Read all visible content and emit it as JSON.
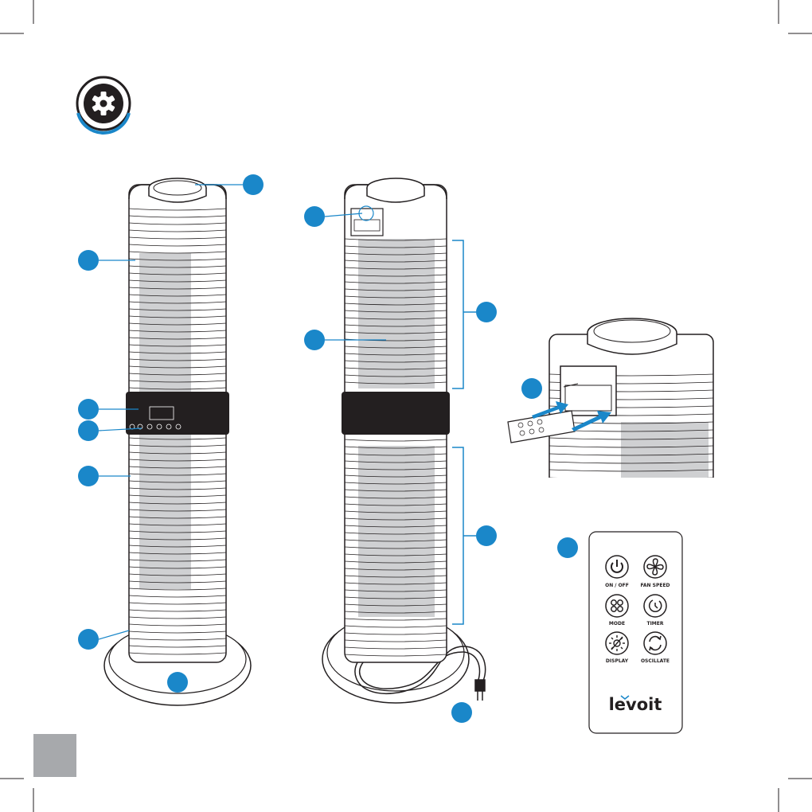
{
  "page": {
    "section_icon": "gear-icon",
    "accent_color": "#1a87c9",
    "ink_color": "#231f20",
    "page_tab_color": "#a7a9ac"
  },
  "illustration": {
    "subject": "tower-fan",
    "callout_markers": 14
  },
  "remote": {
    "buttons": [
      {
        "label": "ON / OFF",
        "icon": "power-icon"
      },
      {
        "label": "FAN SPEED",
        "icon": "fan-icon"
      },
      {
        "label": "MODE",
        "icon": "mode-icon"
      },
      {
        "label": "TIMER",
        "icon": "timer-icon"
      },
      {
        "label": "DISPLAY",
        "icon": "display-icon"
      },
      {
        "label": "OSCILLATE",
        "icon": "oscillate-icon"
      }
    ],
    "brand": "levoit"
  }
}
